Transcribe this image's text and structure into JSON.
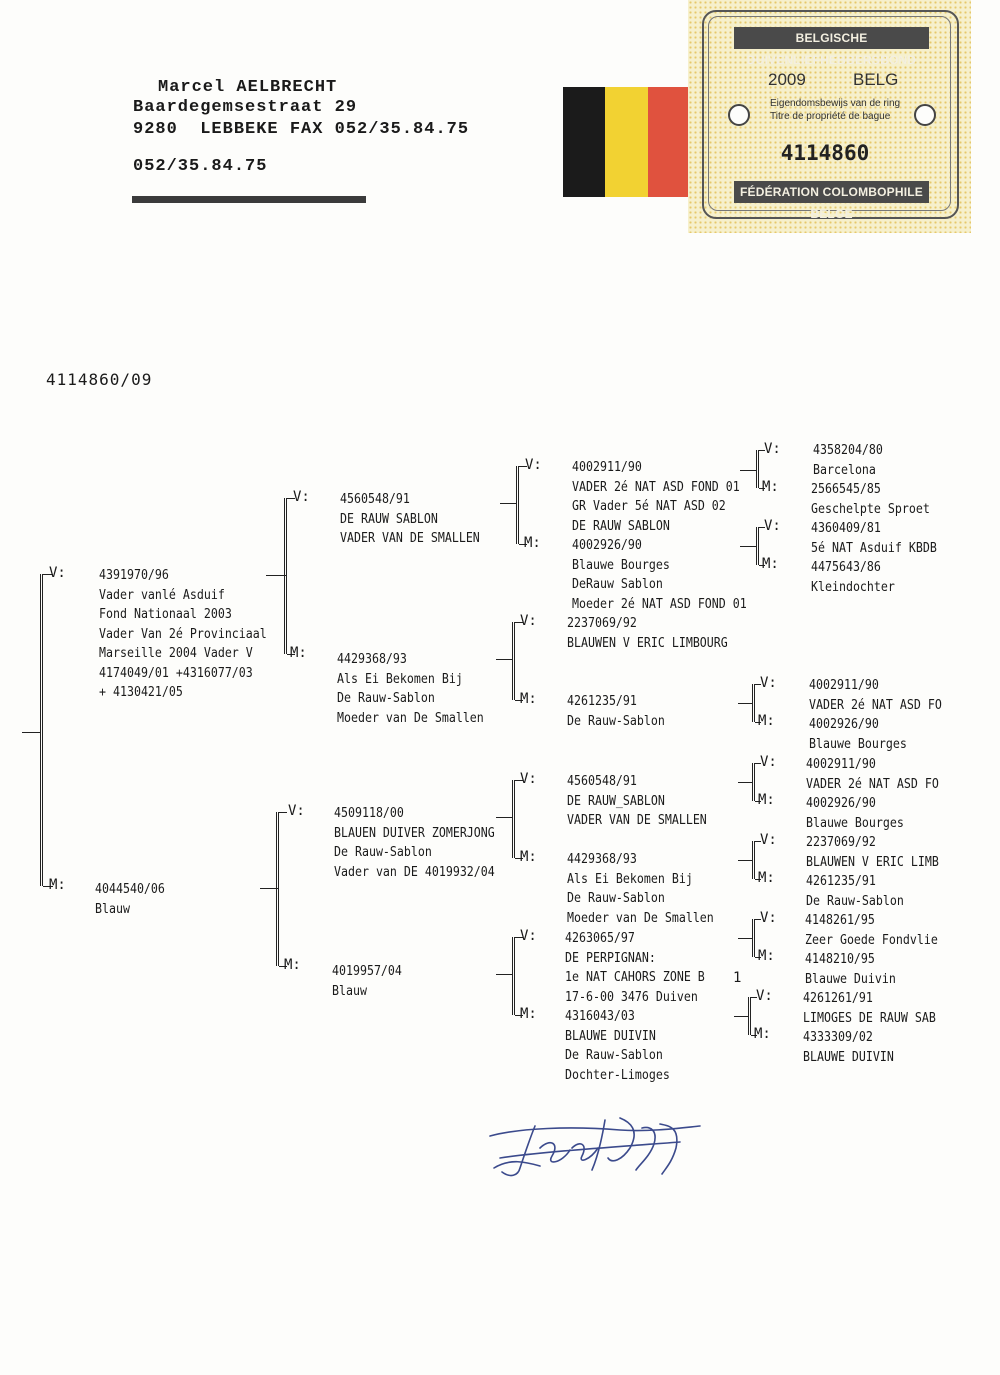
{
  "header": {
    "name": "Marcel AELBRECHT",
    "street": "Baardegemsestraat 29",
    "city_fax": "9280  LEBBEKE FAX 052/35.84.75",
    "phone": "052/35.84.75"
  },
  "flag": {
    "colors": [
      "#1b1b1b",
      "#f2d232",
      "#e0523e"
    ]
  },
  "ring_card": {
    "top_band": "BELGISCHE DUIVENLIEFHEBBERSBOND",
    "year": "2009",
    "country": "BELG",
    "line1": "Eigendomsbewijs van de ring",
    "line2": "Titre de propriété de bague",
    "number": "4114860",
    "bottom_band": "FÉDÉRATION COLOMBOPHILE BELGE"
  },
  "pigeon_id": "4114860/09",
  "labels": {
    "v": "V:",
    "m": "M:"
  },
  "pedigree": {
    "father": {
      "lines": [
        "4391970/96",
        "Vader vanlé Asduif",
        "Fond Nationaal 2003",
        "Vader Van 2é Provinciaal",
        "Marseille 2004 Vader V",
        "4174049/01 +4316077/03",
        "+ 4130421/05"
      ],
      "father": {
        "lines": [
          "4560548/91",
          "DE RAUW SABLON",
          "VADER VAN DE SMALLEN"
        ],
        "father": {
          "lines": [
            "4002911/90",
            "VADER 2é NAT ASD FOND 01",
            "GR Vader 5é NAT ASD 02",
            "DE RAUW SABLON"
          ],
          "father": {
            "lines": [
              "4358204/80",
              "Barcelona"
            ]
          },
          "mother": {
            "lines": [
              "2566545/85",
              "Geschelpte Sproet"
            ]
          }
        },
        "mother": {
          "lines": [
            "4002926/90",
            "Blauwe Bourges",
            "DeRauw Sablon",
            "Moeder 2é NAT ASD FOND 01"
          ],
          "father": {
            "lines": [
              "4360409/81",
              "5é NAT Asduif KBDB"
            ]
          },
          "mother": {
            "lines": [
              "4475643/86",
              "Kleindochter"
            ]
          }
        }
      },
      "mother": {
        "lines": [
          "4429368/93",
          "Als Ei Bekomen Bij",
          "De Rauw-Sablon",
          "Moeder van De Smallen"
        ],
        "father": {
          "lines": [
            "2237069/92",
            "BLAUWEN V ERIC LIMBOURG"
          ]
        },
        "mother": {
          "lines": [
            "4261235/91",
            "De Rauw-Sablon"
          ],
          "father": {
            "lines": [
              "4002911/90",
              "VADER 2é NAT ASD FO"
            ]
          },
          "mother": {
            "lines": [
              "4002926/90",
              "Blauwe Bourges"
            ]
          }
        }
      }
    },
    "mother": {
      "lines": [
        "4044540/06",
        "Blauw"
      ],
      "father": {
        "lines": [
          "4509118/00",
          "BLAUEN DUIVER ZOMERJONG",
          "De Rauw-Sablon",
          "Vader van DE 4019932/04"
        ],
        "father": {
          "lines": [
            "4560548/91",
            "DE RAUW_SABLON",
            "VADER VAN DE SMALLEN"
          ],
          "father": {
            "lines": [
              "4002911/90",
              "VADER 2é NAT ASD FO"
            ]
          },
          "mother": {
            "lines": [
              "4002926/90",
              "Blauwe Bourges"
            ]
          }
        },
        "mother": {
          "lines": [
            "4429368/93",
            "Als Ei Bekomen Bij",
            "De Rauw-Sablon",
            "Moeder van De Smallen"
          ],
          "father": {
            "lines": [
              "2237069/92",
              "BLAUWEN V ERIC LIMB"
            ]
          },
          "mother": {
            "lines": [
              "4261235/91",
              "De Rauw-Sablon"
            ]
          }
        }
      },
      "mother": {
        "lines": [
          "4019957/04",
          "Blauw"
        ],
        "father": {
          "lines": [
            "4263065/97",
            "DE PERPIGNAN:",
            "1e NAT CAHORS ZONE B",
            "17-6-00 3476 Duiven"
          ],
          "side_mark": "1",
          "father": {
            "lines": [
              "4148261/95",
              "Zeer Goede Fondvlie"
            ]
          },
          "mother": {
            "lines": [
              "4148210/95",
              "Blauwe Duivin"
            ]
          }
        },
        "mother": {
          "lines": [
            "4316043/03",
            "BLAUWE DUIVIN",
            "De Rauw-Sablon",
            "Dochter-Limoges"
          ],
          "father": {
            "lines": [
              "4261261/91",
              "LIMOGES DE RAUW SAB"
            ]
          },
          "mother": {
            "lines": [
              "4333309/02",
              "BLAUWE DUIVIN"
            ]
          }
        }
      }
    }
  },
  "signature": {
    "text": "AELBRECHT",
    "ink": "#3b4a8c"
  }
}
